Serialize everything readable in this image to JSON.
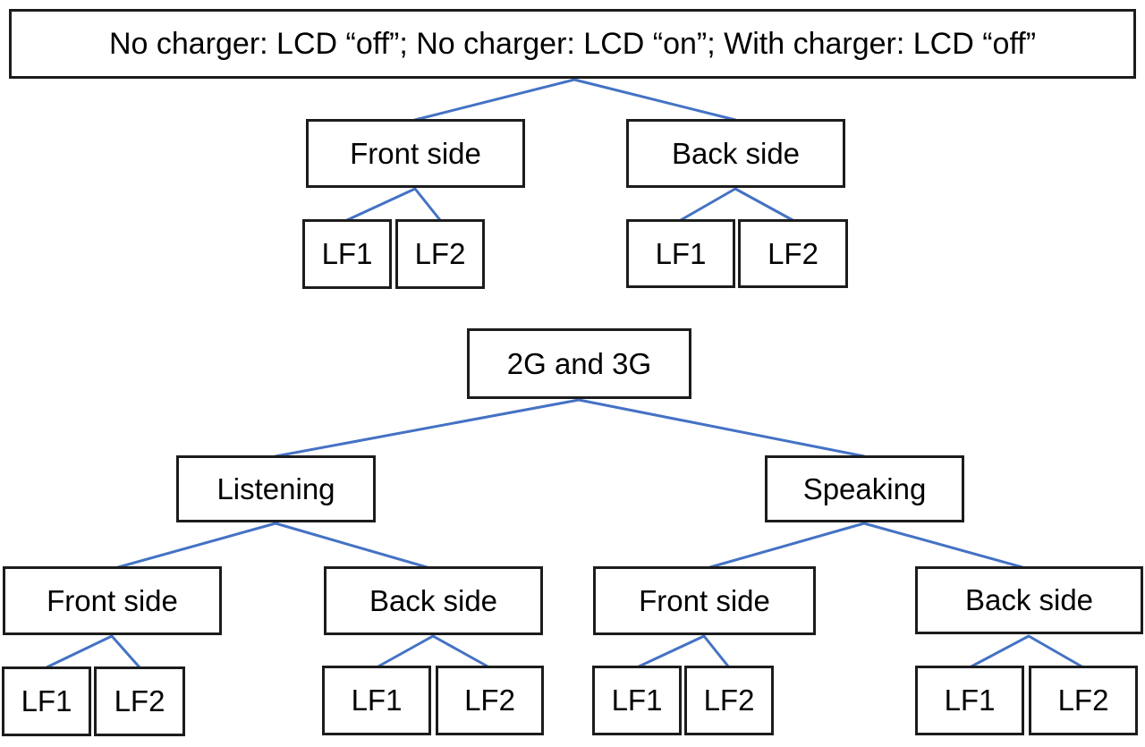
{
  "tree1": {
    "root": "No charger: LCD “off”; No charger: LCD “on”; With charger: LCD “off”",
    "branches": [
      {
        "label": "Front side",
        "leaves": [
          "LF1",
          "LF2"
        ]
      },
      {
        "label": "Back side",
        "leaves": [
          "LF1",
          "LF2"
        ]
      }
    ]
  },
  "tree2": {
    "root": "2G and 3G",
    "branches": [
      {
        "label": "Listening",
        "children": [
          {
            "label": "Front side",
            "leaves": [
              "LF1",
              "LF2"
            ]
          },
          {
            "label": "Back side",
            "leaves": [
              "LF1",
              "LF2"
            ]
          }
        ]
      },
      {
        "label": "Speaking",
        "children": [
          {
            "label": "Front side",
            "leaves": [
              "LF1",
              "LF2"
            ]
          },
          {
            "label": "Back side",
            "leaves": [
              "LF1",
              "LF2"
            ]
          }
        ]
      }
    ]
  },
  "colors": {
    "connector_blue": "#4472c4",
    "box_border": "#1c1c1c",
    "background": "#ffffff",
    "text": "#000000"
  }
}
